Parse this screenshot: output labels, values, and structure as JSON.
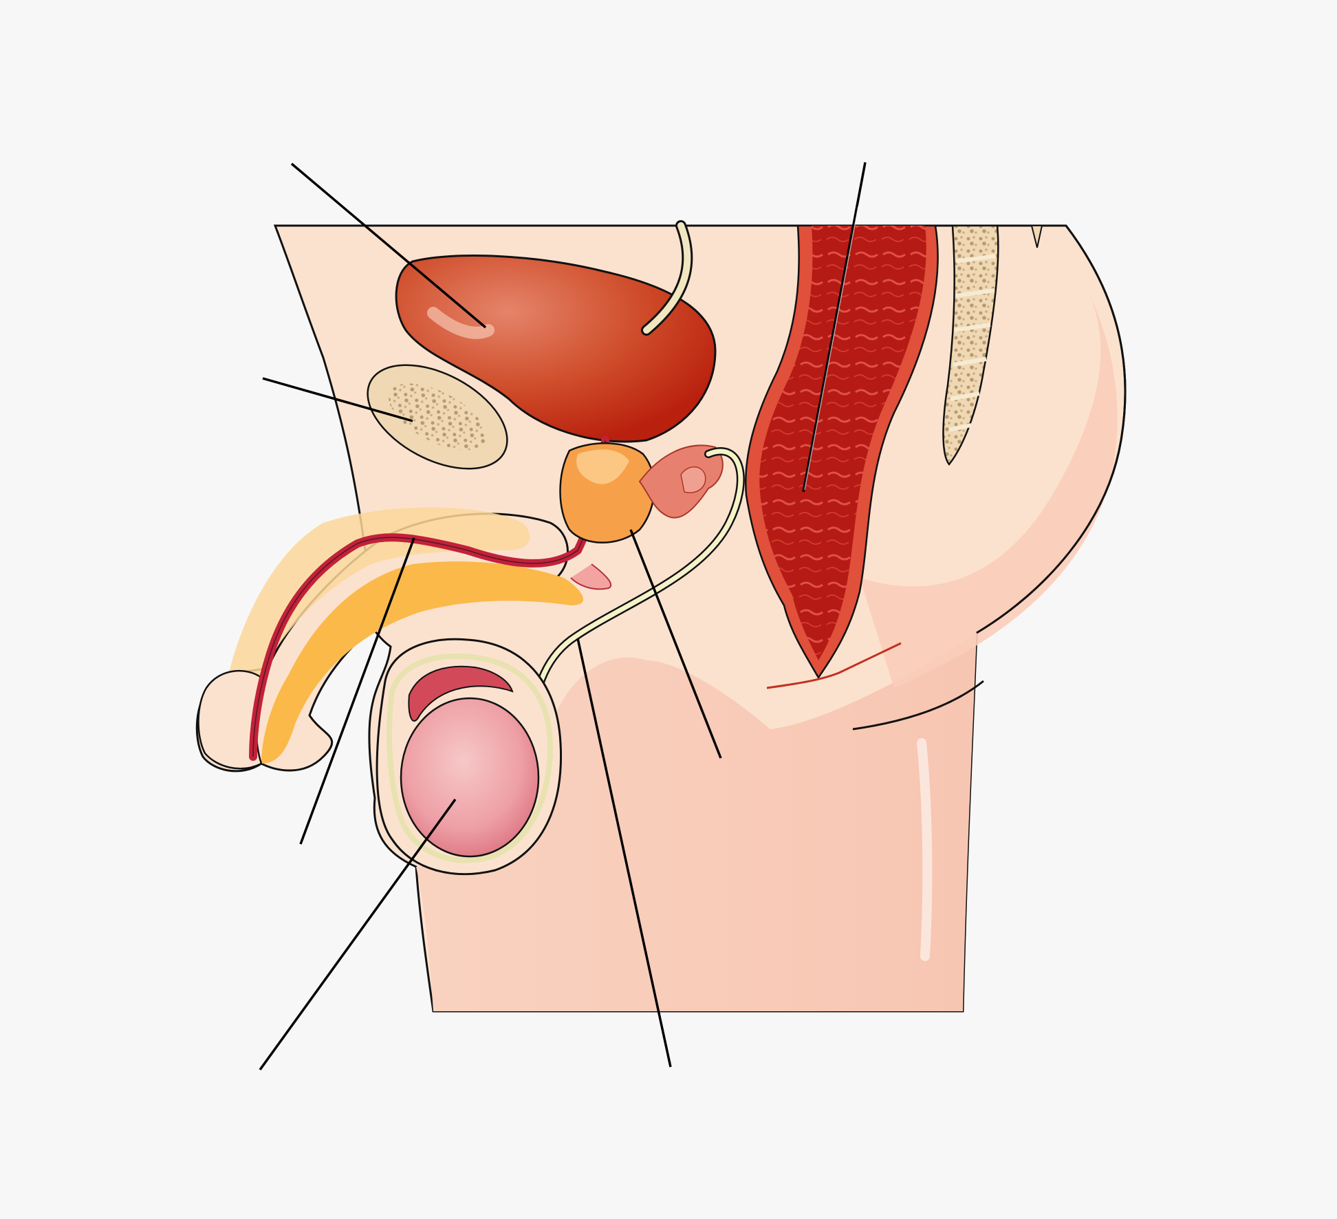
{
  "diagram": {
    "background": "#f7f7f7",
    "colors": {
      "skin": "#fbe2cf",
      "skin_shade": "#f9cdb8",
      "bladder": "#c9401e",
      "bladder_light": "#e0785a",
      "bone": "#efd8b3",
      "bone_dots": "#b99a70",
      "prostate": "#f7a04a",
      "urethra": "#c2213a",
      "tissue": "#fbb94a",
      "tissue_light": "#fcd79a",
      "testis": "#f3b3b6",
      "testis_dark": "#d24a5a",
      "duct": "#f6f2c8",
      "rectum": "#b51a14",
      "rectum_outer": "#e0503a",
      "leader": "#000000"
    },
    "structures": [
      "bladder",
      "pubic-bone",
      "prostate-gland",
      "seminal-vesicle",
      "urethra",
      "penis",
      "testis",
      "vas-deferens",
      "ureter",
      "rectum",
      "spine"
    ],
    "label_lines": [
      "bladder-line",
      "pubic-bone-line",
      "urethra-line",
      "testis-line",
      "vas-deferens-line",
      "prostate-line",
      "rectum-line"
    ]
  }
}
